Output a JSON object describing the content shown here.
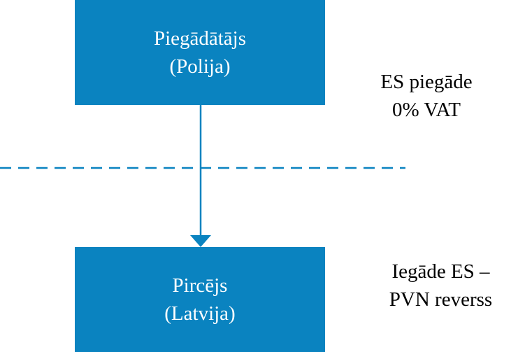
{
  "diagram": {
    "supplier": {
      "name": "Piegādātājs",
      "country": "(Polija)"
    },
    "buyer": {
      "name": "Pircējs",
      "country": "(Latvija)"
    },
    "annotations": {
      "top_line1": "ES piegāde",
      "top_line2": "0% VAT",
      "bottom_line1": "Iegāde ES –",
      "bottom_line2": "PVN reverss"
    },
    "colors": {
      "box_fill": "#0a83c0",
      "box_text": "#ffffff",
      "connector": "#0a83c0"
    }
  }
}
